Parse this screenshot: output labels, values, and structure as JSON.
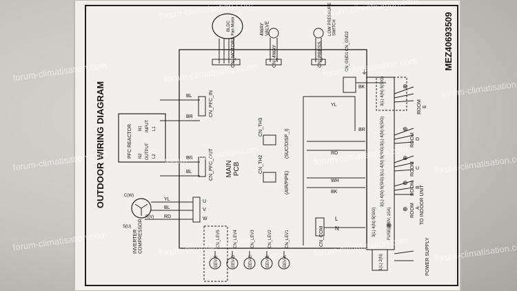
{
  "title": "OUTDOOR WIRING DIAGRAM",
  "model": "MEZ40693509",
  "watermark": "forum-climatisation.com",
  "pcb": "MAIN\nPCB",
  "fan_motor": {
    "label": "BLDC\nFan Motor",
    "connector": "CN_MOTOR1"
  },
  "four_way_valve": {
    "label": "4WAY\nVALVE",
    "connector": "CN_4WAY"
  },
  "pressure_switch": {
    "label": "LOW PRESSURE\nSWITCH",
    "connector": "CN_PRESS"
  },
  "ground_connectors": [
    "CN_GND1",
    "CN_GND2"
  ],
  "pfc_reactor": {
    "label": "PFC REACTOR",
    "terminals": [
      "N1",
      "INPUT",
      "L1",
      "N2",
      "OUTPUT",
      "L2"
    ],
    "in_connector": "CN_PFC_IN",
    "out_connector": "CN_PFC_OUT"
  },
  "compressor": {
    "label": "INVERTER\nCOMPRESSOR",
    "pins": [
      "S(U)",
      "R(V)",
      "C(W)"
    ],
    "terminals": [
      "U",
      "V",
      "W"
    ]
  },
  "sensors": [
    {
      "connector": "CN_TH3",
      "label": "(SUC/DISP_I)"
    },
    {
      "connector": "CN_TH2",
      "label": "(AIR/PIPE)"
    }
  ],
  "valves": [
    {
      "label": "EEV-E",
      "connector": "CN_LEV5"
    },
    {
      "label": "EEV-D",
      "connector": "CN_LEV4"
    },
    {
      "label": "EEV-C",
      "connector": "CN_LEV3"
    },
    {
      "label": "EEV-B",
      "connector": "CN_LEV2"
    },
    {
      "label": "EEV-A",
      "connector": "CN_LEV1"
    }
  ],
  "com_connector": "CN_COM",
  "wire_colors": [
    "BR",
    "BL",
    "RD",
    "YL",
    "BK",
    "WH",
    "BR",
    "BL"
  ],
  "wire_labels": {
    "bk": "BK",
    "yl": "YL",
    "rd": "RD",
    "wh": "WH",
    "br": "BR",
    "bl": "BL"
  },
  "terminal_blocks": [
    {
      "room": "E",
      "pins": [
        "3(L)",
        "4(N)",
        "5(SIG)"
      ]
    },
    {
      "room": "D",
      "pins": [
        "3(L)",
        "4(N)",
        "5(SIG)"
      ]
    },
    {
      "room": "C",
      "pins": [
        "3(L)",
        "4(N)",
        "5(SIG)"
      ]
    },
    {
      "room": "B",
      "pins": [
        "3(L)",
        "4(N)",
        "5(SIG)"
      ]
    },
    {
      "room": "A",
      "pins": [
        "3(L)",
        "4(N)",
        "5(SIG)"
      ]
    }
  ],
  "room_word": "ROOM",
  "to_indoor": "TO INDOOR UNIT",
  "fuse": "FUSE(250V, 10A)",
  "power": {
    "label": "POWER SUPPLY",
    "pins": [
      "1(L)",
      "2(N)"
    ]
  },
  "ln": [
    "L",
    "N"
  ]
}
